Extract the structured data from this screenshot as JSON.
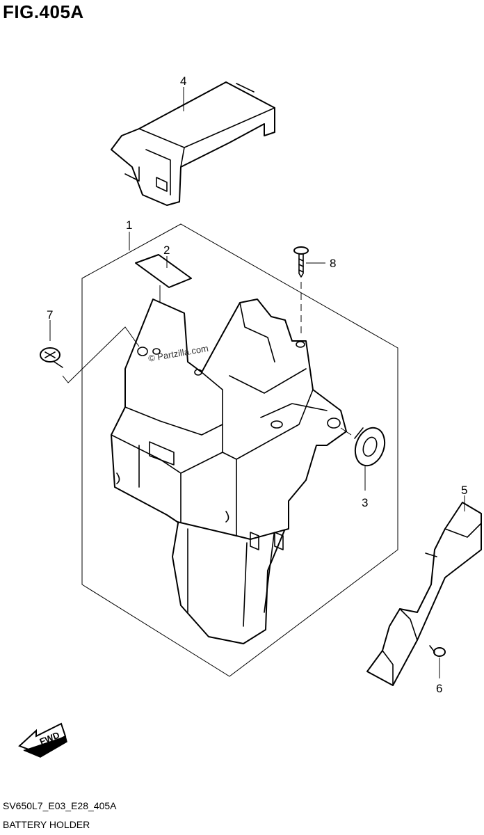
{
  "figure": {
    "title": "FIG.405A",
    "code": "SV650L7_E03_E28_405A",
    "name": "BATTERY HOLDER",
    "watermark": "© Partzilla.com",
    "fwd_label": "FWD"
  },
  "callouts": [
    {
      "id": "1",
      "label": "1"
    },
    {
      "id": "2",
      "label": "2"
    },
    {
      "id": "3",
      "label": "3"
    },
    {
      "id": "4",
      "label": "4"
    },
    {
      "id": "5",
      "label": "5"
    },
    {
      "id": "6",
      "label": "6"
    },
    {
      "id": "7",
      "label": "7"
    },
    {
      "id": "8",
      "label": "8"
    }
  ]
}
